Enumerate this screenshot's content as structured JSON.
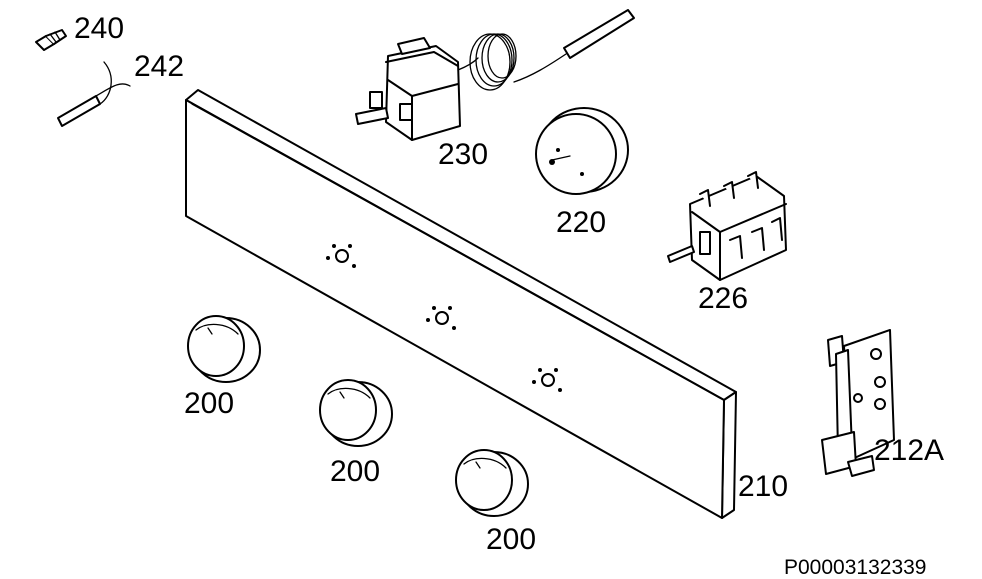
{
  "diagram": {
    "labels": {
      "screw": "240",
      "wire": "242",
      "thermostat": "230",
      "timer": "220",
      "selector_switch": "226",
      "bracket": "212A",
      "control_panel": "210",
      "knob_1": "200",
      "knob_2": "200",
      "knob_3": "200"
    },
    "reference_code": "P00003132339"
  }
}
